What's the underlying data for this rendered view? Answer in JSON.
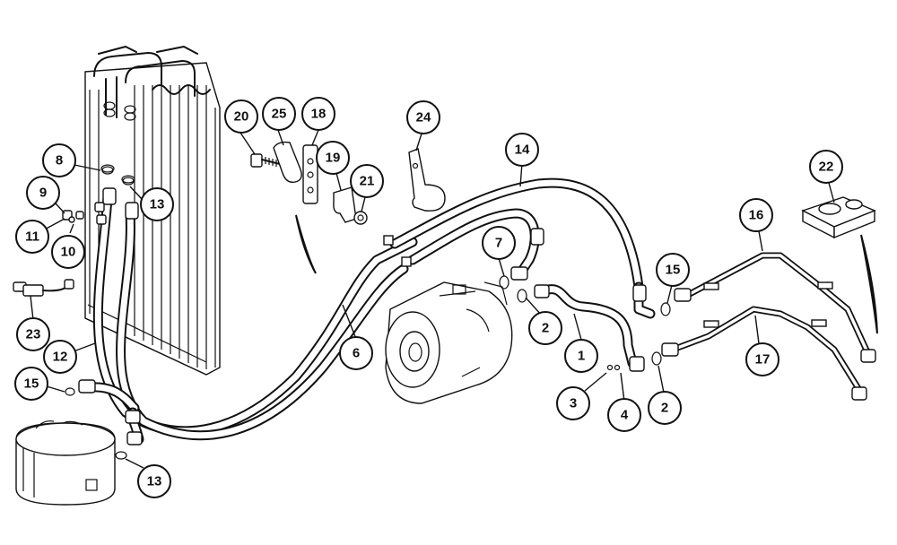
{
  "callouts": [
    {
      "id": "c1",
      "label": "1"
    },
    {
      "id": "c2a",
      "label": "2"
    },
    {
      "id": "c2b",
      "label": "2"
    },
    {
      "id": "c3",
      "label": "3"
    },
    {
      "id": "c4",
      "label": "4"
    },
    {
      "id": "c6",
      "label": "6"
    },
    {
      "id": "c7",
      "label": "7"
    },
    {
      "id": "c8",
      "label": "8"
    },
    {
      "id": "c9",
      "label": "9"
    },
    {
      "id": "c10",
      "label": "10"
    },
    {
      "id": "c11",
      "label": "11"
    },
    {
      "id": "c12",
      "label": "12"
    },
    {
      "id": "c13a",
      "label": "13"
    },
    {
      "id": "c13b",
      "label": "13"
    },
    {
      "id": "c14",
      "label": "14"
    },
    {
      "id": "c15a",
      "label": "15"
    },
    {
      "id": "c15b",
      "label": "15"
    },
    {
      "id": "c16",
      "label": "16"
    },
    {
      "id": "c17",
      "label": "17"
    },
    {
      "id": "c18",
      "label": "18"
    },
    {
      "id": "c19",
      "label": "19"
    },
    {
      "id": "c20",
      "label": "20"
    },
    {
      "id": "c21",
      "label": "21"
    },
    {
      "id": "c22",
      "label": "22"
    },
    {
      "id": "c23",
      "label": "23"
    },
    {
      "id": "c24",
      "label": "24"
    },
    {
      "id": "c25",
      "label": "25"
    }
  ]
}
